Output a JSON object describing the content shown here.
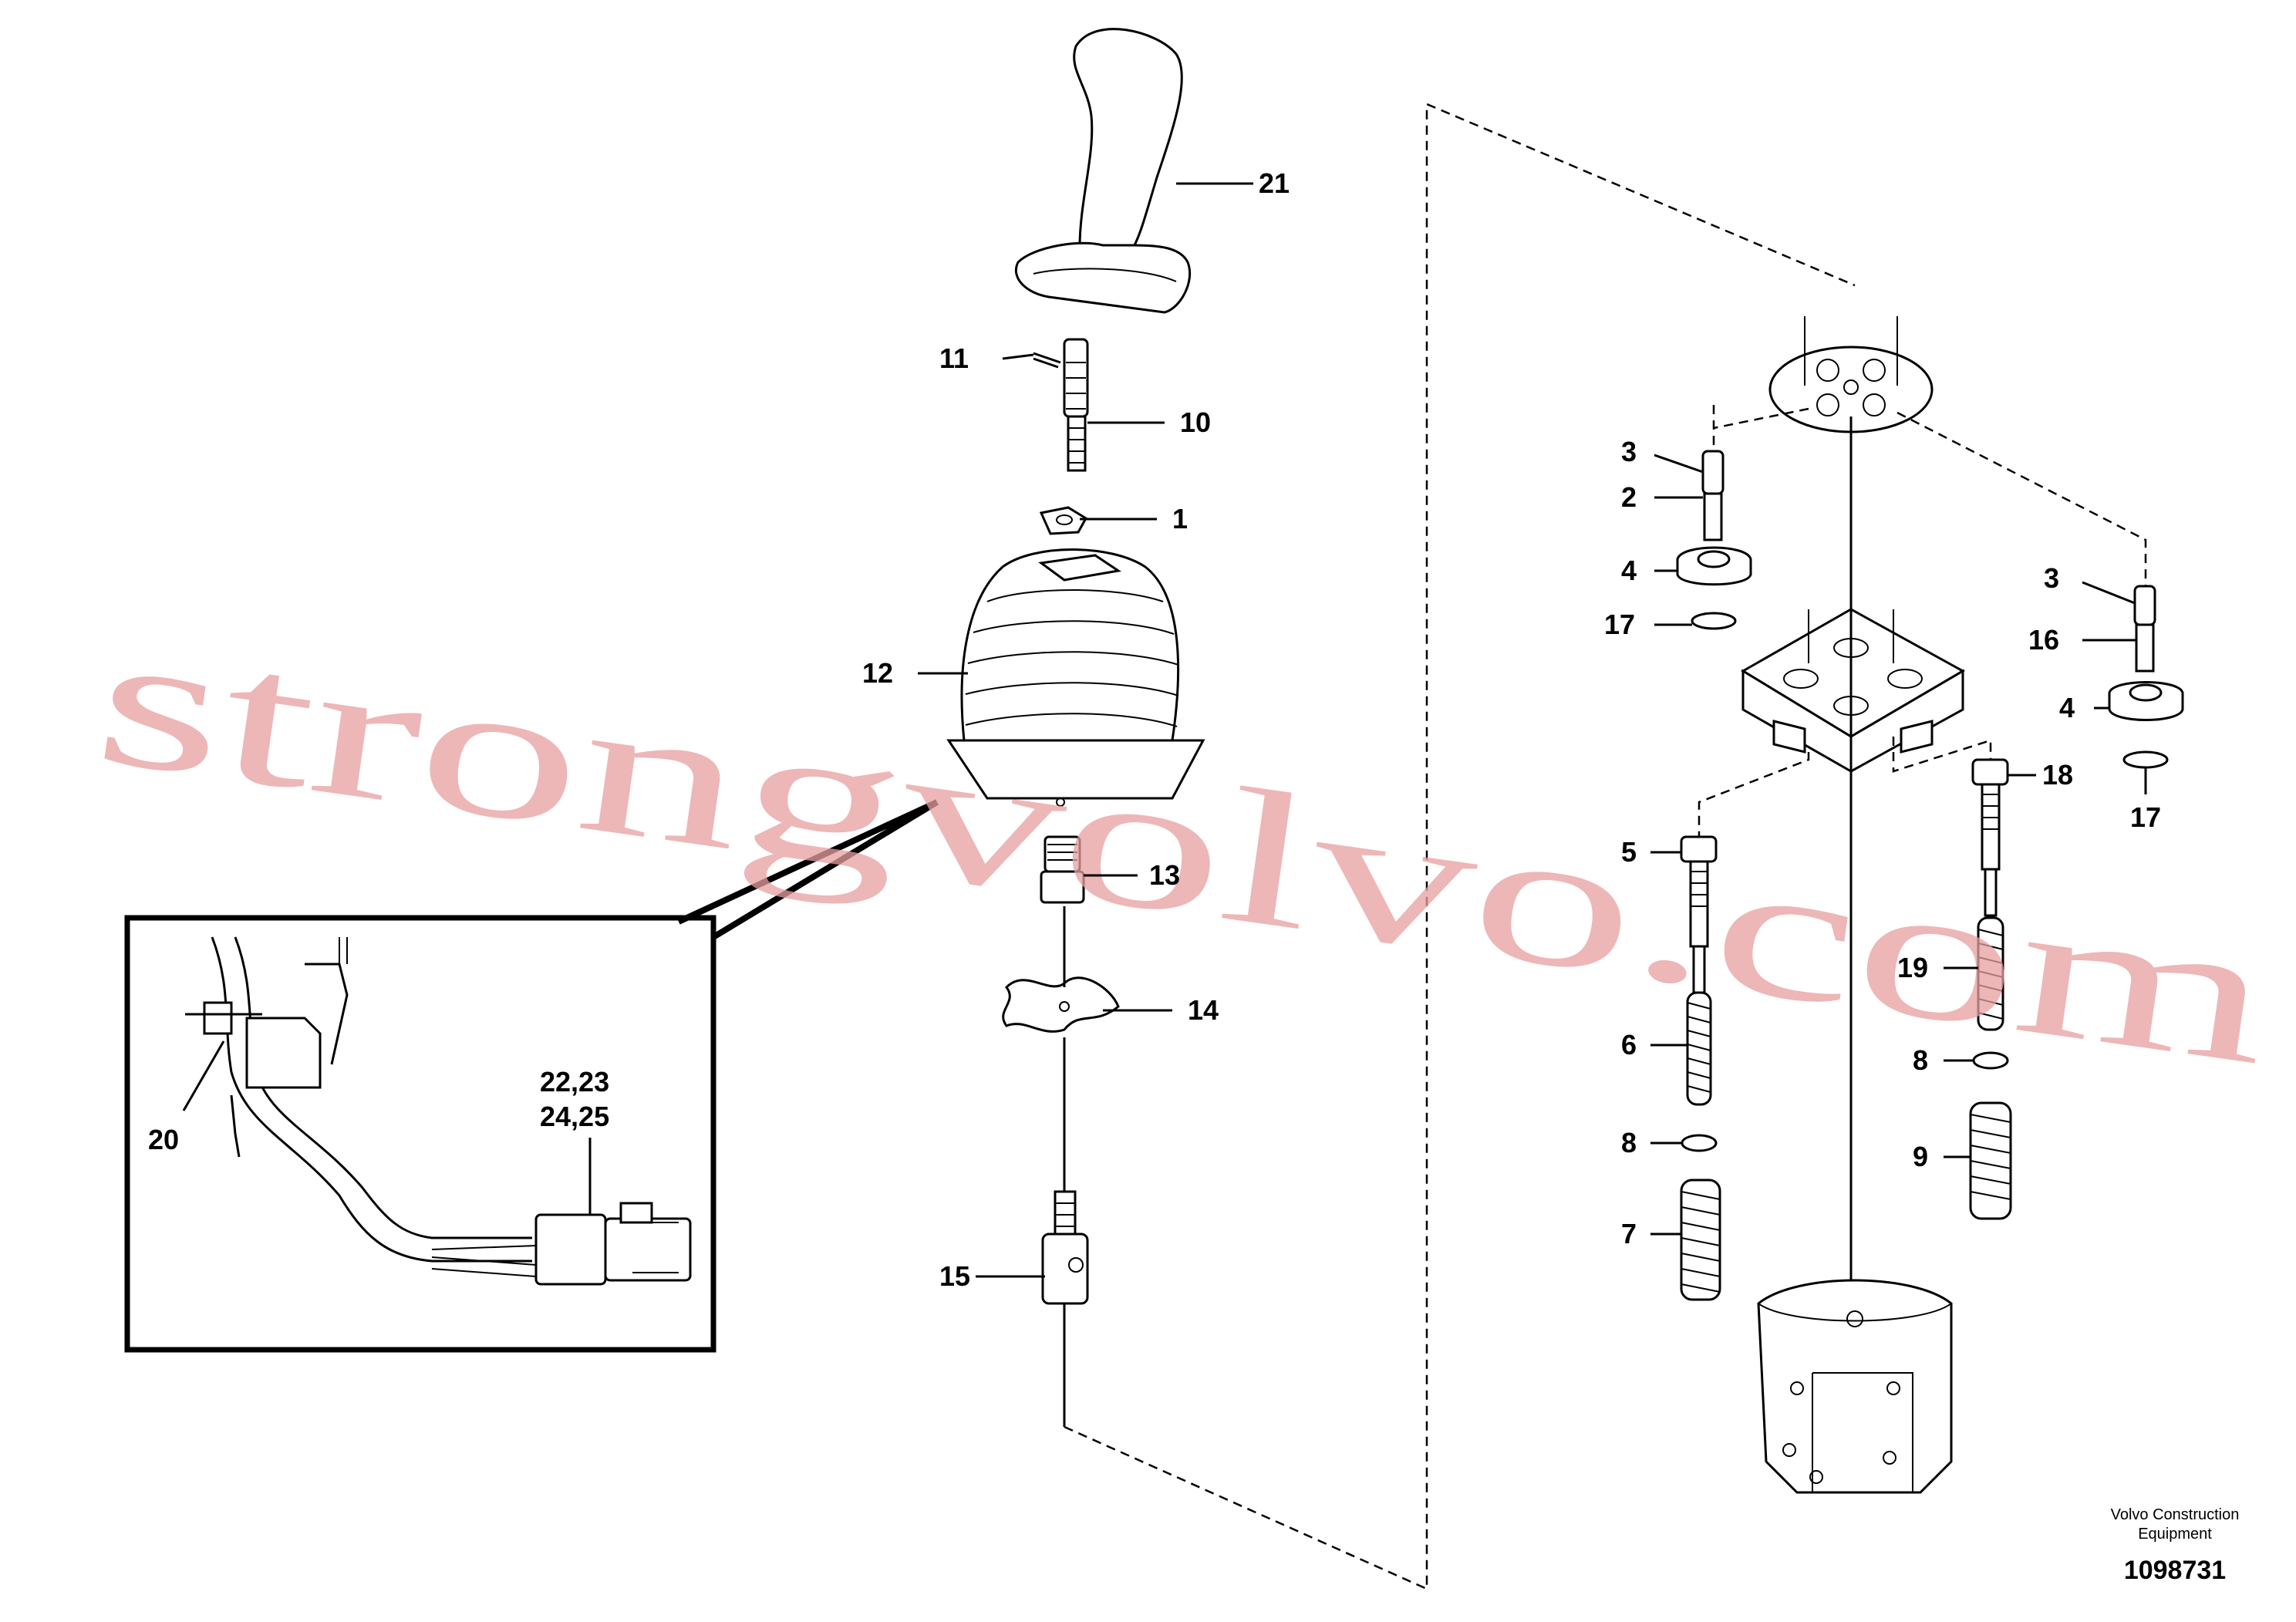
{
  "labels": {
    "p1": "1",
    "p2": "2",
    "p3a": "3",
    "p3b": "3",
    "p4a": "4",
    "p4b": "4",
    "p5": "5",
    "p6": "6",
    "p7": "7",
    "p8a": "8",
    "p8b": "8",
    "p9": "9",
    "p10": "10",
    "p11": "11",
    "p12": "12",
    "p13": "13",
    "p14": "14",
    "p15": "15",
    "p16": "16",
    "p17a": "17",
    "p17b": "17",
    "p18": "18",
    "p19": "19",
    "p20": "20",
    "p21": "21",
    "p22_23": "22,23",
    "p24_25": "24,25"
  },
  "watermark": "strongvolvo.com",
  "brand": {
    "line1": "Volvo Construction",
    "line2": "Equipment"
  },
  "doc_number": "1098731"
}
